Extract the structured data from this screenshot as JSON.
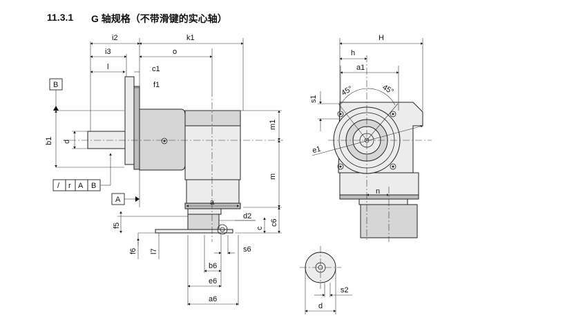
{
  "header": {
    "section_number": "11.3.1",
    "title": "G 轴规格（不带滑键的实心轴）"
  },
  "side_view": {
    "datum_b": "B",
    "datum_a": "A",
    "tolerance_frame": [
      "/",
      "r",
      "A",
      "B"
    ],
    "dims": {
      "i2": "i2",
      "k1": "k1",
      "i3": "i3",
      "o": "o",
      "l": "l",
      "c1": "c1",
      "f1": "f1",
      "b1": "b1",
      "d": "d",
      "m1": "m1",
      "m": "m",
      "a": "a",
      "c6": "c6",
      "d2": "d2",
      "f5": "f5",
      "c": "c",
      "f6": "f6",
      "l7": "l7",
      "s6": "s6",
      "b6": "b6",
      "e6": "e6",
      "a6": "a6"
    }
  },
  "front_view": {
    "dims": {
      "H": "H",
      "h": "h",
      "a1": "a1",
      "s1": "s1",
      "angle_left": "45°",
      "angle_right": "45°",
      "e1": "e1",
      "n": "n"
    }
  },
  "detail_view": {
    "dims": {
      "d": "d",
      "s2": "s2"
    }
  }
}
